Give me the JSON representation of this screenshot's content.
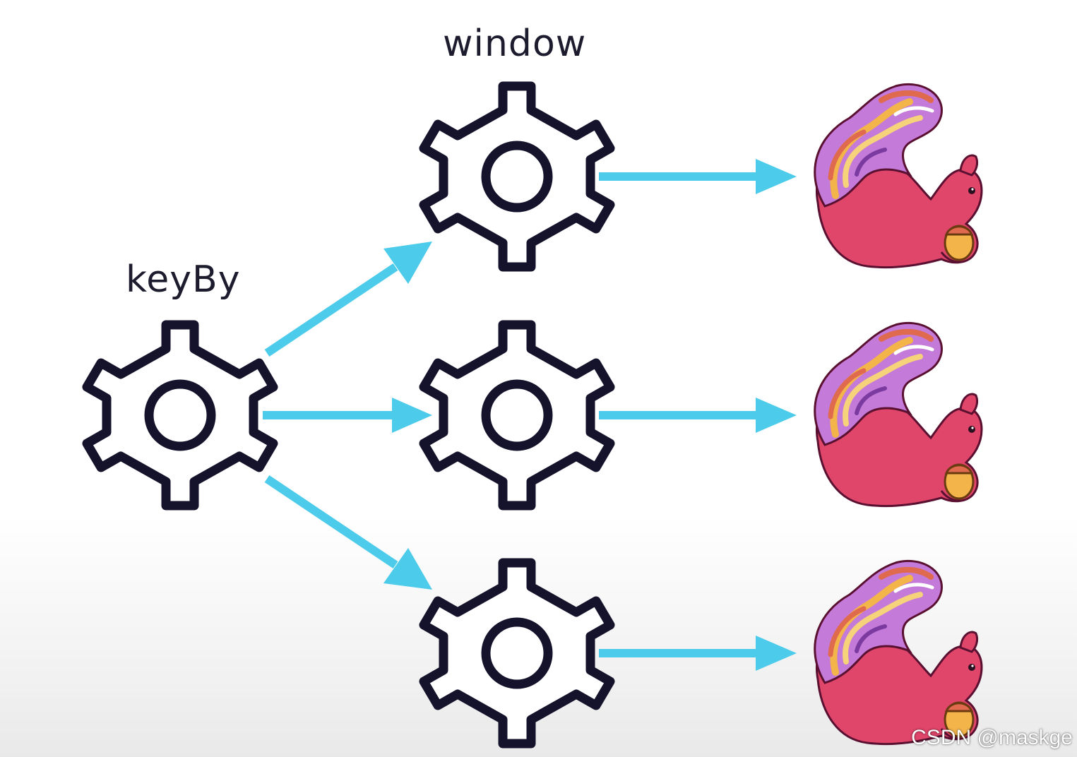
{
  "diagram": {
    "labels": {
      "keyby": "keyBy",
      "window": "window"
    },
    "watermark": "CSDN @maskge",
    "colors": {
      "gear_stroke": "#15132b",
      "gear_fill": "#ffffff",
      "arrow": "#4ccbea",
      "squirrel_body": "#e0456a",
      "squirrel_tail": [
        "#f3b44a",
        "#c47ad8",
        "#e06a4e",
        "#f6d27a",
        "#7a3aa0"
      ]
    },
    "icons": {
      "operator": "gear-icon",
      "sink": "flink-squirrel-logo"
    },
    "nodes": [
      {
        "id": "keyby",
        "kind": "operator",
        "label_ref": "keyby"
      },
      {
        "id": "window-1",
        "kind": "operator",
        "label_ref": "window"
      },
      {
        "id": "window-2",
        "kind": "operator"
      },
      {
        "id": "window-3",
        "kind": "operator"
      },
      {
        "id": "sink-1",
        "kind": "sink"
      },
      {
        "id": "sink-2",
        "kind": "sink"
      },
      {
        "id": "sink-3",
        "kind": "sink"
      }
    ],
    "edges": [
      {
        "from": "keyby",
        "to": "window-1"
      },
      {
        "from": "keyby",
        "to": "window-2"
      },
      {
        "from": "keyby",
        "to": "window-3"
      },
      {
        "from": "window-1",
        "to": "sink-1"
      },
      {
        "from": "window-2",
        "to": "sink-2"
      },
      {
        "from": "window-3",
        "to": "sink-3"
      }
    ]
  }
}
